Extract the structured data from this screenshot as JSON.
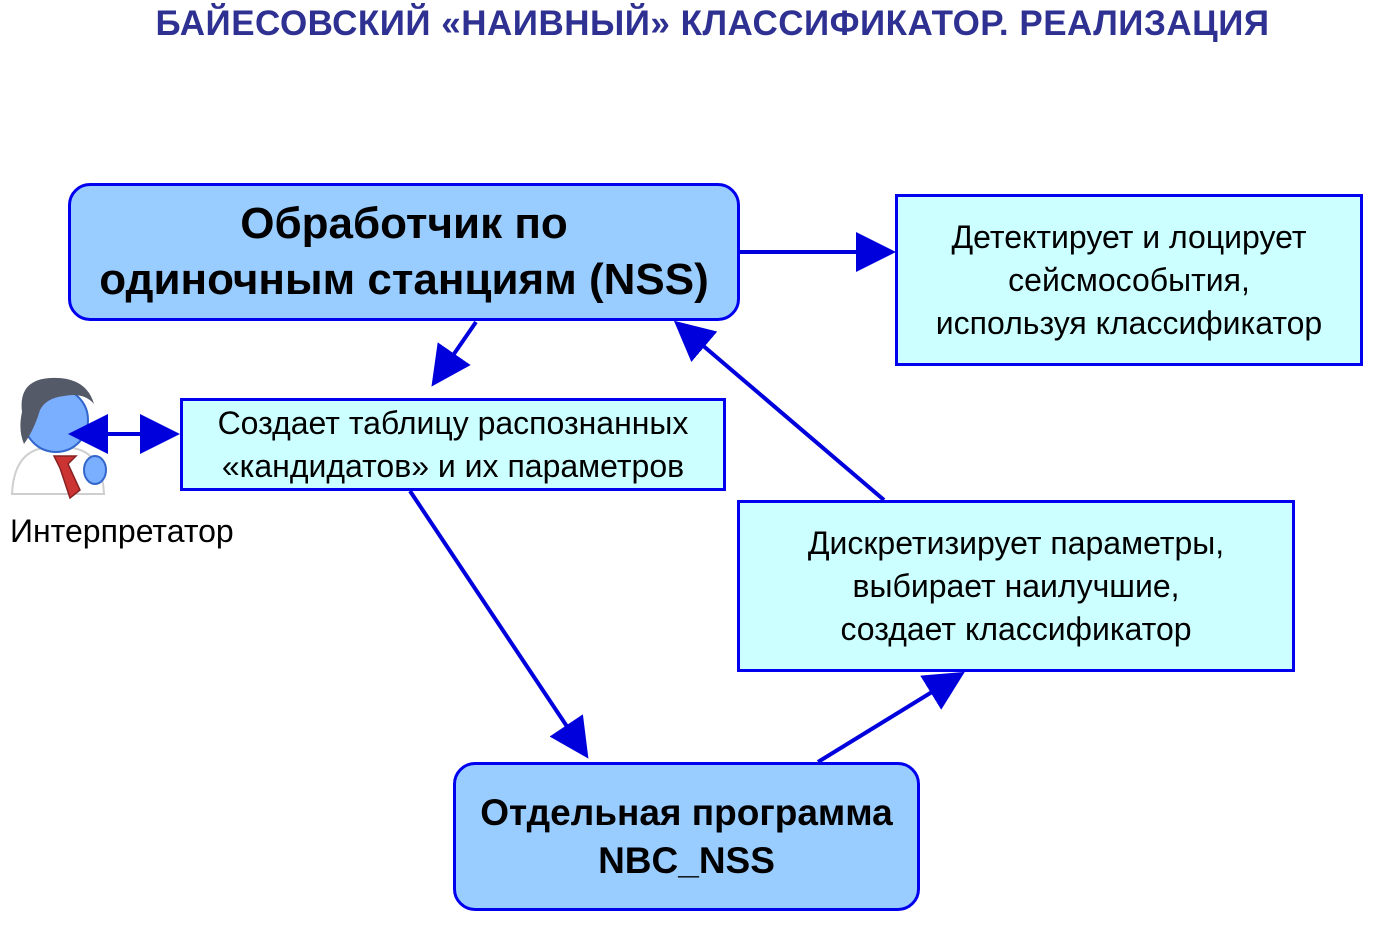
{
  "title": "БАЙЕСОВСКИЙ «НАИВНЫЙ» КЛАССИФИКАТОР. РЕАЛИЗАЦИЯ",
  "nodes": {
    "nss": {
      "line1": "Обработчик по",
      "line2": "одиночным станциям (NSS)"
    },
    "detect": {
      "line1": "Детектирует и лоцирует",
      "line2": "сейсмособытия,",
      "line3": "используя классификатор"
    },
    "table": {
      "line1": "Создает таблицу распознанных",
      "line2": "«кандидатов» и их параметров"
    },
    "discretize": {
      "line1": "Дискретизирует параметры,",
      "line2": "выбирает наилучшие,",
      "line3": "создает классификатор"
    },
    "nbc": {
      "line1": "Отдельная программа",
      "line2": "NBC_NSS"
    }
  },
  "actor": {
    "label": "Интерпретатор",
    "icon": "user-icon"
  },
  "colors": {
    "title": "#2e3192",
    "rounded_fill": "#99ccff",
    "rect_fill": "#ccffff",
    "border": "#0000ee",
    "arrow": "#0000dd"
  }
}
